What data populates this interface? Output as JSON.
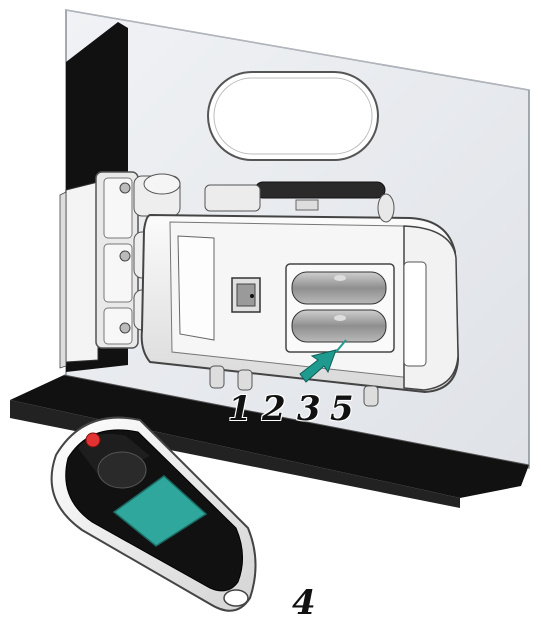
{
  "callouts": {
    "c1": "1",
    "c2": "2",
    "c3": "3",
    "c5": "5",
    "c4": "4"
  },
  "colors": {
    "panel": "#e6e8ec",
    "frame_black": "#111111",
    "remote_button": "#e23232",
    "remote_pad": "#2fa79c",
    "arrow": "#1f9a8f"
  }
}
